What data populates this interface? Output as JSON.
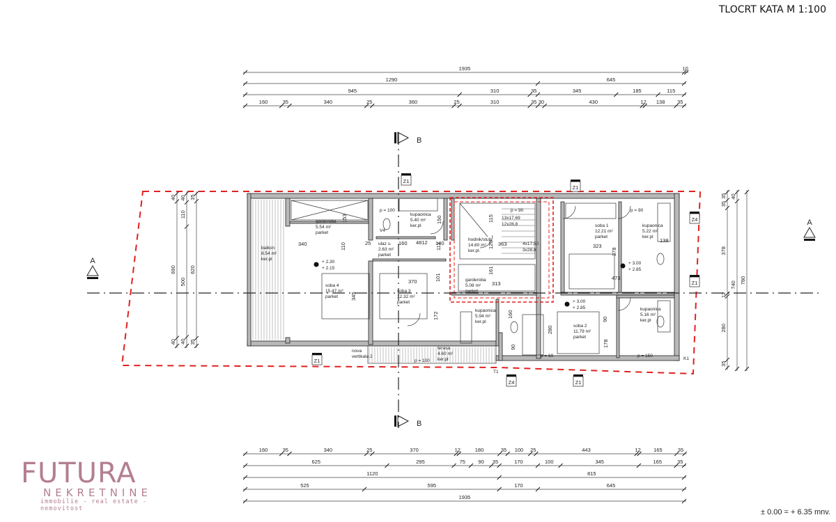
{
  "title": "TLOCRT KATA M 1:100",
  "level_note": "± 0.00 = + 6.35 mnv.",
  "logo": {
    "name": "FUTURA",
    "sub": "NEKRETNINE",
    "tagline": "immobilie - real estate - nemovitost",
    "color": "#b37f8f"
  },
  "colors": {
    "boundary": "#e0201f",
    "walls": "#b8b8b8",
    "lines": "#222222"
  },
  "dimensions": {
    "top": [
      [
        1935,
        10
      ],
      [
        1290,
        645
      ],
      [
        945,
        310,
        35,
        345,
        185,
        115
      ],
      [
        160,
        35,
        340,
        25,
        360,
        25,
        310,
        35,
        30,
        430,
        12,
        138,
        35
      ]
    ],
    "bottom": [
      [
        160,
        35,
        340,
        25,
        370,
        12,
        180,
        35,
        100,
        25,
        443,
        12,
        165,
        35
      ],
      [
        625,
        295,
        75,
        90,
        35,
        170,
        100,
        345,
        165,
        35
      ],
      [
        1120,
        815
      ],
      [
        525,
        595,
        170,
        645
      ],
      [
        1935
      ]
    ],
    "left": [
      [
        40,
        690,
        40
      ],
      [
        40,
        110,
        500,
        40
      ],
      [
        35,
        620,
        35
      ]
    ],
    "right": [
      [
        35,
        35,
        378,
        12,
        280,
        35
      ],
      [
        40,
        740
      ],
      [
        780
      ]
    ]
  },
  "sections": {
    "a": "A",
    "b": "B"
  },
  "zones": [
    "Z1",
    "Z1",
    "Z4",
    "Z1",
    "Z1",
    "Z4",
    "Z1"
  ],
  "rooms": [
    {
      "name": "garderoba",
      "area": "5.54 m²",
      "floor": "parket"
    },
    {
      "name": "kupaonica",
      "area": "5.40 m²",
      "floor": "ker.pl"
    },
    {
      "name": "ulaz s.",
      "area": "2.63 m²",
      "floor": "parket"
    },
    {
      "name": "balkon",
      "area": "8.54 m²",
      "floor": "ker.pl"
    },
    {
      "name": "soba 4",
      "area": "15.47 m²",
      "floor": "parket"
    },
    {
      "name": "soba 3",
      "area": "12.32 m²",
      "floor": "parket"
    },
    {
      "name": "hodnik/stub.",
      "area": "14.60 m²",
      "floor": "ker.pl."
    },
    {
      "name": "garderoba",
      "area": "5.08 m²",
      "floor": "parket"
    },
    {
      "name": "kupaonica",
      "area": "5.94 m²",
      "floor": "ker.pl"
    },
    {
      "name": "soba 1",
      "area": "12.21 m²",
      "floor": "parket"
    },
    {
      "name": "kupaonica",
      "area": "5.22 m²",
      "floor": "ker.pl"
    },
    {
      "name": "soba 2",
      "area": "11.79 m²",
      "floor": "parket"
    },
    {
      "name": "kupaonica",
      "area": "5.16 m²",
      "floor": "ker.pl"
    },
    {
      "name": "terasa",
      "area": "4.60 m²",
      "floor": "ker.pl"
    }
  ],
  "nova_vertikala": [
    "nova",
    "vertikala 2"
  ],
  "interior_dims": [
    "340",
    "363",
    "370",
    "313",
    "323",
    "473",
    "160",
    "140",
    "153",
    "110",
    "101",
    "172",
    "345",
    "150",
    "113",
    "115",
    "120",
    "161",
    "378",
    "280",
    "178",
    "90",
    "160",
    "90",
    "138",
    "25",
    "4812"
  ],
  "levels": [
    [
      "+ 2.30",
      "+ 2.15"
    ],
    [
      "+ 3.00",
      "+ 2.85"
    ],
    [
      "+ 3.00",
      "+ 2.85"
    ]
  ],
  "stairs": [
    [
      "13x17,69",
      "12x28,8"
    ],
    [
      "4x17,50",
      "3x28,8"
    ]
  ],
  "misc_labels": [
    "p = 100",
    "p = 100",
    "p = 90",
    "p = 90",
    "p = 150",
    "p = 60",
    "V4",
    "K1",
    "T1"
  ]
}
